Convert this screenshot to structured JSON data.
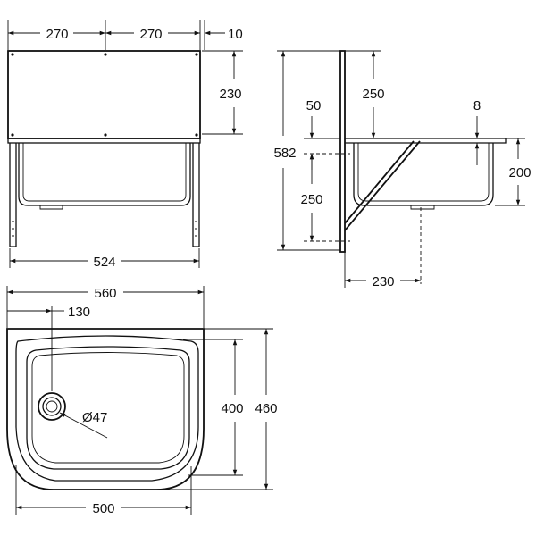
{
  "front_view": {
    "dims": {
      "width_left": "270",
      "width_right": "270",
      "gap": "10",
      "splash_height": "230",
      "overall_width": "524"
    }
  },
  "side_view": {
    "dims": {
      "total_height": "582",
      "splash_height": "250",
      "rim_offset": "50",
      "rim_thickness": "8",
      "bracket_height": "250",
      "bowl_depth": "200",
      "bracket_projection": "230"
    }
  },
  "top_view": {
    "dims": {
      "overall_width": "560",
      "drain_offset": "130",
      "bowl_depth": "400",
      "overall_depth": "460",
      "bowl_width": "500",
      "drain_diameter": "Ø47"
    }
  }
}
